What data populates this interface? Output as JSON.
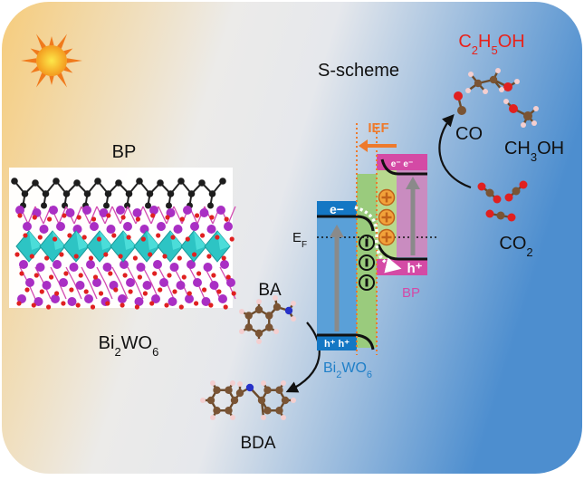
{
  "labels": {
    "scheme_title": "S-scheme",
    "bp_top": "BP",
    "bw_main": {
      "base": "Bi",
      "s1": "2",
      "mid": "WO",
      "s2": "6"
    },
    "ba": "BA",
    "bda": "BDA",
    "ief": "IEF",
    "ef": {
      "base": "E",
      "sub": "F"
    },
    "electron_bw": "e−",
    "holes_bw": "h⁺  h⁺",
    "electrons_bp": "e⁻  e⁻",
    "hole_bp": "h⁺",
    "bp_band": "BP",
    "bw_band": {
      "base": "Bi",
      "s1": "2",
      "mid": "WO",
      "s2": "6"
    },
    "c2h5oh": {
      "p1": "C",
      "s1": "2",
      "p2": "H",
      "s2": "5",
      "p3": "OH"
    },
    "co": "CO",
    "ch3oh": {
      "p1": "CH",
      "s1": "3",
      "p2": "OH"
    },
    "co2": {
      "p1": "CO",
      "s1": "2"
    }
  },
  "colors": {
    "product_red": "#e8221b",
    "ief_orange": "#ee7a2c",
    "bw_blue": "#1f7fc8",
    "bp_magenta": "#d34aa6",
    "bg_warm": "#f6cc7c",
    "bg_cool": "#4d8ecf"
  },
  "icons": [
    "sun-icon",
    "reaction-arrow-icon",
    "electron-transfer-arrow-icon"
  ]
}
